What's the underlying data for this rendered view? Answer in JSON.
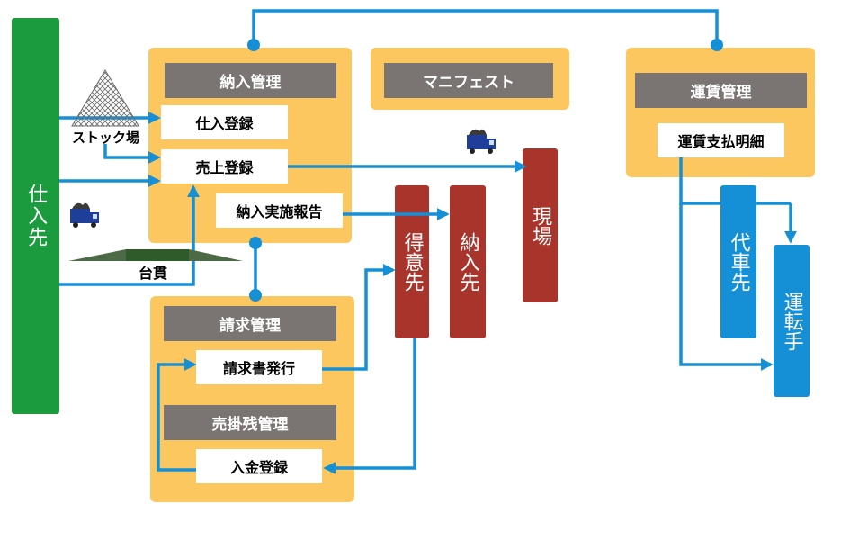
{
  "colors": {
    "supplier": "#1b9a3e",
    "panel": "#fbc75e",
    "header": "#7a7472",
    "dest": "#a8342b",
    "driver": "#1590d6",
    "line": "#1590d6"
  },
  "supplier": {
    "label": "仕入先"
  },
  "stock": {
    "label": "ストック場",
    "icon": "stockpile-icon"
  },
  "scale": {
    "label": "台貫",
    "icon": "truck-scale-icon"
  },
  "truck_icon": "dump-truck-icon",
  "delivery_mgmt": {
    "header": "納入管理",
    "items": {
      "purchase": "仕入登録",
      "sales": "売上登録",
      "report": "納入実施報告"
    }
  },
  "manifest": {
    "header": "マニフェスト"
  },
  "freight_mgmt": {
    "header": "運賃管理",
    "items": {
      "statement": "運賃支払明細"
    }
  },
  "billing_mgmt": {
    "header": "請求管理",
    "items": {
      "invoice": "請求書発行"
    },
    "receivable_header": "売掛残管理",
    "receivable_items": {
      "payment": "入金登録"
    }
  },
  "destinations": {
    "customer": "得意先",
    "delivery_dest": "納入先",
    "site": "現場"
  },
  "drivers": {
    "subcontractor": "代車先",
    "driver": "運転手"
  }
}
